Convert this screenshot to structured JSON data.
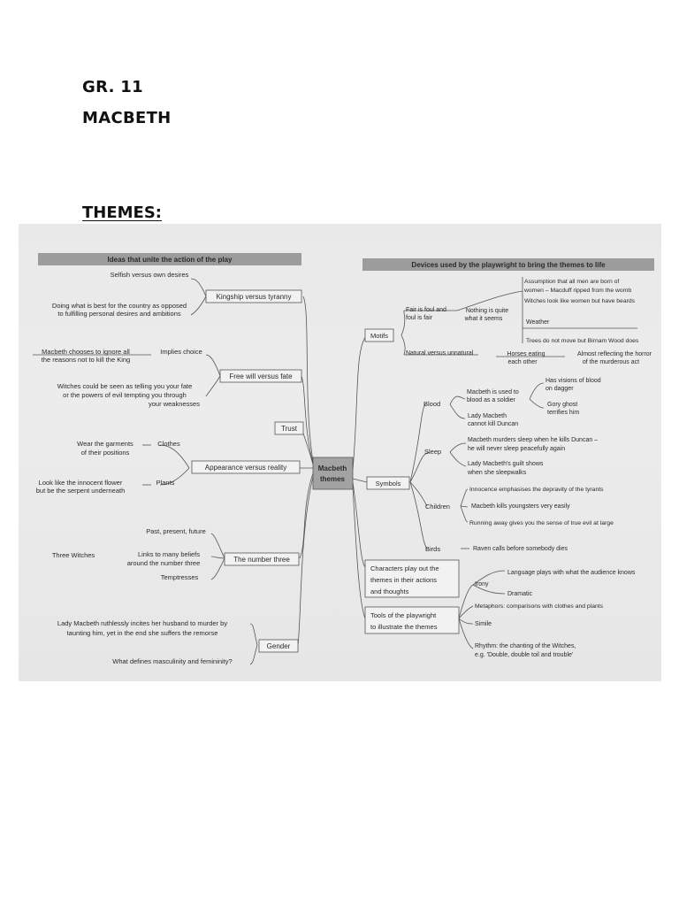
{
  "document": {
    "grade": "GR. 11",
    "title": "MACBETH",
    "section": "THEMES:"
  },
  "mindmap": {
    "left_header": "Ideas that unite the action of the play",
    "right_header": "Devices used by the playwright to bring the themes to life",
    "center": [
      "Macbeth",
      "themes"
    ],
    "nodes": {
      "kingship": "Kingship versus tyranny",
      "free_will": "Free will versus fate",
      "trust": "Trust",
      "appearance": "Appearance versus reality",
      "number_three": "The number three",
      "gender": "Gender",
      "motifs": "Motifs",
      "symbols": "Symbols",
      "blood": "Blood",
      "sleep": "Sleep",
      "children": "Children",
      "birds": "Birds",
      "irony": "Irony",
      "simile": "Simile",
      "clothes": "Clothes",
      "plants": "Plants",
      "implies_choice": "Implies choice",
      "characters_1": "Characters play out the",
      "characters_2": "themes in their actions",
      "characters_3": "and thoughts",
      "tools_1": "Tools of the playwright",
      "tools_2": "to illustrate the themes"
    },
    "leaves": {
      "selfish": "Selfish versus own desires",
      "doing_best_1": "Doing what is best for the country as opposed",
      "doing_best_2": "to fulfilling personal desires and ambitions",
      "ignore_1": "Macbeth chooses to ignore all",
      "ignore_2": "the reasons not to kill the King",
      "witches_1": "Witches could be seen as telling you your fate",
      "witches_2": "or the powers of evil tempting you through",
      "witches_3": "your weaknesses",
      "garments_1": "Wear the garments",
      "garments_2": "of their positions",
      "flower_1": "Look like the innocent flower",
      "flower_2": "but be the serpent underneath",
      "past": "Past, present, future",
      "three_witches": "Three Witches",
      "links_1": "Links to many beliefs",
      "links_2": "around the number three",
      "temptresses": "Temptresses",
      "lady_1": "Lady Macbeth ruthlessly incites her husband to murder by",
      "lady_2": "taunting him, yet in the end she suffers the remorse",
      "masculinity": "What defines masculinity and femininity?",
      "fair_1": "Fair is foul and",
      "fair_2": "foul is fair",
      "nothing_1": "Nothing is quite",
      "nothing_2": "what it seems",
      "assumption_1": "Assumption that all men are born of",
      "assumption_2": "women – Macduff ripped from the womb",
      "assumption_3": "Witches look like women but have beards",
      "weather": "Weather",
      "trees": "Trees do not move but Birnam Wood does",
      "natural": "Natural versus unnatural",
      "horses_1": "Horses eating",
      "horses_2": "each other",
      "horror_1": "Almost reflecting the horror",
      "horror_2": "of the murderous act",
      "blood_used_1": "Macbeth is used to",
      "blood_used_2": "blood as a soldier",
      "visions_1": "Has visions of blood",
      "visions_2": "on dagger",
      "gory_1": "Gory ghost",
      "gory_2": "terrifies him",
      "lady_cannot_1": "Lady Macbeth",
      "lady_cannot_2": "cannot kill Duncan",
      "murders_sleep_1": "Macbeth murders sleep when he kills Duncan –",
      "murders_sleep_2": "he will never sleep peacefully again",
      "guilt_1": "Lady Macbeth's guilt shows",
      "guilt_2": "when she sleepwalks",
      "innocence": "Innocence emphasises the depravity of the tyrants",
      "kills_youngsters": "Macbeth kills youngsters very easily",
      "running": "Running away gives you the sense of true evil at large",
      "raven": "Raven calls before somebody dies",
      "language": "Language plays with what the audience knows",
      "dramatic": "Dramatic",
      "metaphors": "Metaphors: comparisons with clothes and plants",
      "rhythm_1": "Rhythm: the chanting of the Witches,",
      "rhythm_2": "e.g. 'Double, double toil and trouble'"
    }
  }
}
